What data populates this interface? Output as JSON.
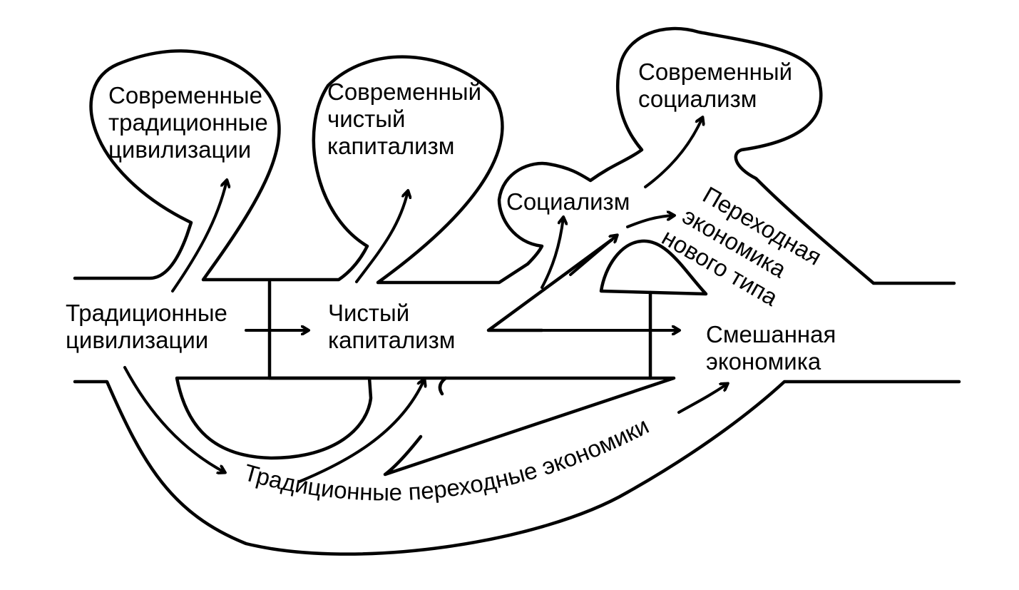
{
  "labels": {
    "modern_traditional": [
      "Современные",
      "традиционные",
      "цивилизации"
    ],
    "modern_pure_capitalism": [
      "Современный",
      "чистый",
      "капитализм"
    ],
    "modern_socialism": [
      "Современный",
      "социализм"
    ],
    "socialism": "Социализм",
    "transitional_new_type": [
      "Переходная",
      "экономика",
      "нового типа"
    ],
    "traditional_civilizations": [
      "Традиционные",
      "цивилизации"
    ],
    "pure_capitalism": [
      "Чистый",
      "капитализм"
    ],
    "mixed_economy": [
      "Смешанная",
      "экономика"
    ],
    "traditional_transitional": "Традиционные переходные экономики"
  }
}
